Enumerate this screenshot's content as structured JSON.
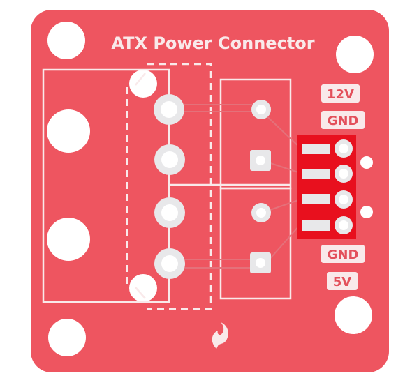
{
  "board": {
    "title": "ATX Power Connector",
    "labels": {
      "v12": "12V",
      "gnd_top": "GND",
      "gnd_bottom": "GND",
      "v5": "5V"
    },
    "colors": {
      "pcb": "#ee5560",
      "silkscreen": "#f9e9ea",
      "solder_jumper_bg": "#e8101e",
      "pad": "#e8e8ea",
      "background": "#ffffff"
    },
    "logo_icon": "sparkfun-flame-logo-icon"
  }
}
